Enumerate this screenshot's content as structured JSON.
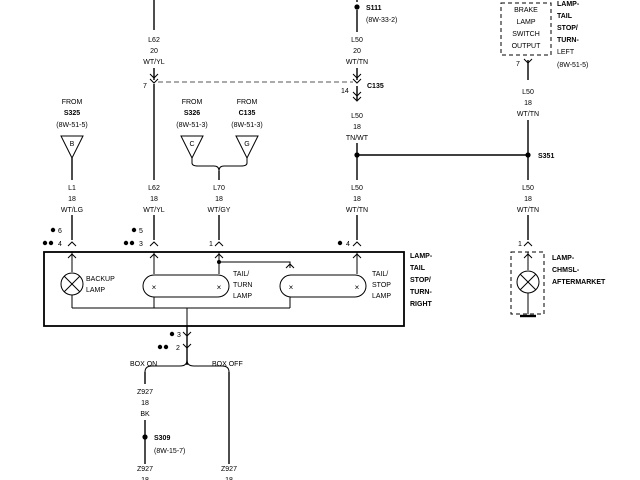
{
  "splices": {
    "s111": {
      "id": "S111",
      "ref": "(8W-33-2)"
    },
    "s351": {
      "id": "S351"
    },
    "s309": {
      "id": "S309",
      "ref": "(8W-15-7)"
    }
  },
  "brake_switch": {
    "lines": [
      "BRAKE",
      "LAMP",
      "SWITCH",
      "OUTPUT"
    ],
    "pin": "7"
  },
  "lamp_tail_left": {
    "lines": [
      "LAMP-",
      "TAIL",
      "STOP/",
      "TURN-",
      "LEFT"
    ],
    "ref": "(8W-51-5)"
  },
  "wires": {
    "l62_top": {
      "name": "L62",
      "gauge": "20",
      "color": "WT/YL"
    },
    "l50_top": {
      "name": "L50",
      "gauge": "20",
      "color": "WT/TN"
    },
    "l50_right_top": {
      "name": "L50",
      "gauge": "18",
      "color": "WT/TN"
    },
    "l50_mid": {
      "name": "L50",
      "gauge": "18",
      "color": "TN/WT"
    },
    "l1": {
      "name": "L1",
      "gauge": "18",
      "color": "WT/LG"
    },
    "l62_low": {
      "name": "L62",
      "gauge": "18",
      "color": "WT/YL"
    },
    "l70": {
      "name": "L70",
      "gauge": "18",
      "color": "WT/GY"
    },
    "l50_low": {
      "name": "L50",
      "gauge": "18",
      "color": "WT/TN"
    },
    "l50_right_low": {
      "name": "L50",
      "gauge": "18",
      "color": "WT/TN"
    },
    "z927_a": {
      "name": "Z927",
      "gauge": "18",
      "color": "BK"
    },
    "z927_b": {
      "name": "Z927",
      "gauge": "18"
    },
    "z927_c": {
      "name": "Z927",
      "gauge": "18"
    }
  },
  "connectors": {
    "c135": {
      "name": "C135",
      "pin_left": "7",
      "pin_right": "14"
    }
  },
  "sources": {
    "s325": {
      "from": "FROM",
      "id": "S325",
      "ref": "(8W-51-5)",
      "pin": "B"
    },
    "s326": {
      "from": "FROM",
      "id": "S326",
      "ref": "(8W-51-3)",
      "pin": "C"
    },
    "c135b": {
      "from": "FROM",
      "id": "C135",
      "ref": "(8W-51-3)",
      "pin": "G"
    }
  },
  "pins": {
    "p6": "6",
    "p4": "4",
    "p5": "5",
    "p3": "3",
    "p1": "1",
    "p4b": "4",
    "p1r": "1",
    "p3b": "3",
    "p2": "2"
  },
  "lamp_assembly": {
    "title_lines": [
      "LAMP-",
      "TAIL",
      "STOP/",
      "TURN-",
      "RIGHT"
    ],
    "backup": [
      "BACKUP",
      "LAMP"
    ],
    "tail_turn": [
      "TAIL/",
      "TURN",
      "LAMP"
    ],
    "tail_stop": [
      "TAIL/",
      "STOP",
      "LAMP"
    ]
  },
  "chmsl": {
    "lines": [
      "LAMP-",
      "CHMSL-",
      "AFTERMARKET"
    ]
  },
  "box": {
    "on": "BOX ON",
    "off": "BOX OFF"
  }
}
